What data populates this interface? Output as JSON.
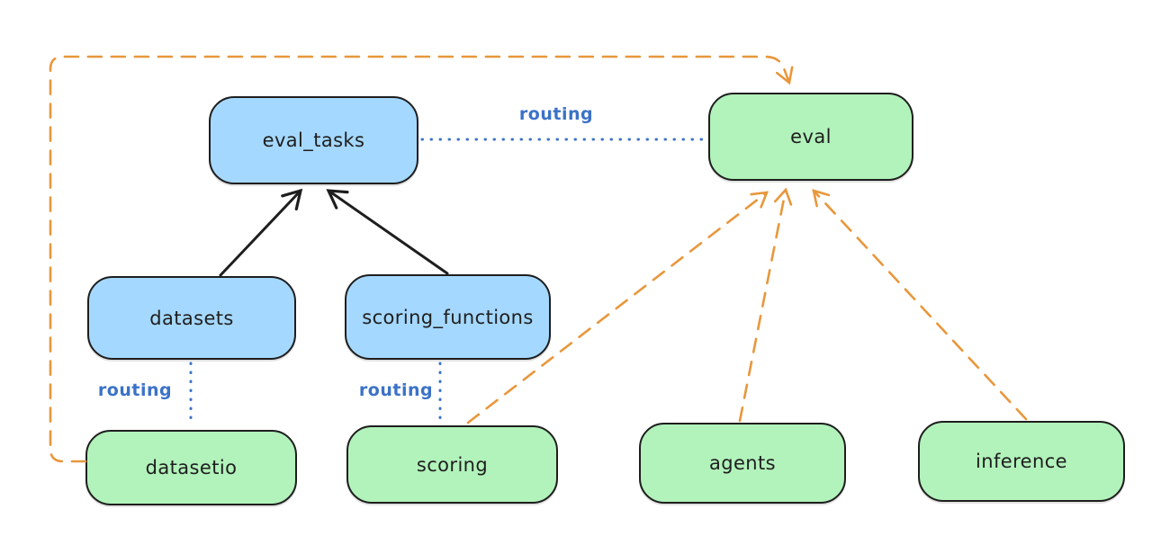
{
  "diagram": {
    "nodes": {
      "eval_tasks": {
        "label": "eval_tasks",
        "fill": "#a5d8ff"
      },
      "eval": {
        "label": "eval",
        "fill": "#b2f2bb"
      },
      "datasets": {
        "label": "datasets",
        "fill": "#a5d8ff"
      },
      "scoring_functions": {
        "label": "scoring_functions",
        "fill": "#a5d8ff"
      },
      "datasetio": {
        "label": "datasetio",
        "fill": "#b2f2bb"
      },
      "scoring": {
        "label": "scoring",
        "fill": "#b2f2bb"
      },
      "agents": {
        "label": "agents",
        "fill": "#b2f2bb"
      },
      "inference": {
        "label": "inference",
        "fill": "#b2f2bb"
      }
    },
    "edges": [
      {
        "from": "datasets",
        "to": "eval_tasks",
        "style": "solid",
        "color": "#1e1e1e",
        "arrow": true
      },
      {
        "from": "scoring_functions",
        "to": "eval_tasks",
        "style": "solid",
        "color": "#1e1e1e",
        "arrow": true
      },
      {
        "from": "eval_tasks",
        "to": "eval",
        "style": "dotted",
        "color": "#3b72c8",
        "arrow": false,
        "label": "routing"
      },
      {
        "from": "datasets",
        "to": "datasetio",
        "style": "dotted",
        "color": "#3b72c8",
        "arrow": false,
        "label": "routing"
      },
      {
        "from": "scoring_functions",
        "to": "scoring",
        "style": "dotted",
        "color": "#3b72c8",
        "arrow": false,
        "label": "routing"
      },
      {
        "from": "datasetio",
        "to": "eval",
        "style": "dashed",
        "color": "#e8973c",
        "arrow": true
      },
      {
        "from": "scoring",
        "to": "eval",
        "style": "dashed",
        "color": "#e8973c",
        "arrow": true
      },
      {
        "from": "agents",
        "to": "eval",
        "style": "dashed",
        "color": "#e8973c",
        "arrow": true
      },
      {
        "from": "inference",
        "to": "eval",
        "style": "dashed",
        "color": "#e8973c",
        "arrow": true
      }
    ]
  },
  "colors": {
    "ink": "#1e1e1e",
    "blue-fill": "#a5d8ff",
    "green-fill": "#b2f2bb",
    "routing-blue": "#3b72c8",
    "arrow-orange": "#e8973c",
    "canvas-bg": "#ffffff"
  }
}
